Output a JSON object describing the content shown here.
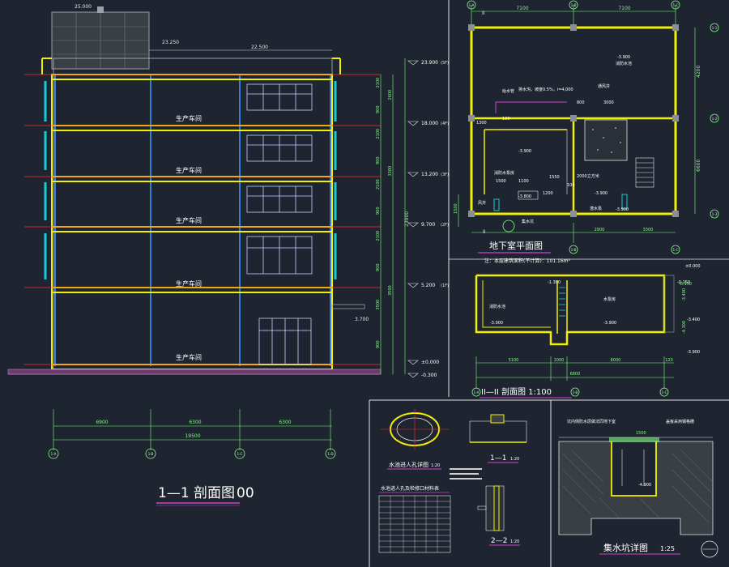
{
  "section_1_1": {
    "title": "1—1 剖面图",
    "title_suffix": "00",
    "room_label": "生产车间",
    "roof_dim": "22.500",
    "parapet_dim": "25.000",
    "small_dim": "23.250",
    "levels": [
      "23.900",
      "18.000",
      "13.200",
      "9.700",
      "5.200",
      "±0.000",
      "-0.300"
    ],
    "floor_tags": [
      "(5F)",
      "(4F)",
      "(3F)",
      "(2F)",
      "(1F)"
    ],
    "side_dims": [
      "2100",
      "900",
      "2100",
      "900",
      "2100",
      "900",
      "2100",
      "900",
      "3500",
      "900",
      "2600",
      "3300",
      "3500"
    ],
    "total_height": "23900",
    "canopy_dim": "3.700",
    "bottom_dims": [
      "6900",
      "6300",
      "6300"
    ],
    "bottom_total": "19500",
    "axes": [
      "1-A",
      "1-B",
      "1-C",
      "1-D"
    ]
  },
  "basement_plan": {
    "title": "地下室平面图",
    "note": "注：本层建筑面积(不计算)：101.16m²",
    "top_dims": [
      "7100",
      "7100"
    ],
    "bottom_dims": [
      "2900",
      "3300"
    ],
    "right_dims": [
      "4200",
      "6600"
    ],
    "left_dim": "1500",
    "mark": "II",
    "labels": [
      "消防水池",
      "-3.900",
      "1300",
      "100",
      "800",
      "3000",
      "-3.900",
      "消防水泵房",
      "1500",
      "1100",
      "1550",
      "2000立方米",
      "-3.900",
      "风井",
      "集水坑",
      "潜水泵",
      "-3.800",
      "100",
      "-3.900",
      "1200"
    ],
    "pipe_label": "给水管",
    "pipe_label2": "排水沟，坡度0.5%，i=4,000",
    "shaft_label": "通风井",
    "axes_top": [
      "1-A",
      "1-B",
      "1-C"
    ],
    "axes_right": [
      "1-1",
      "1-2",
      "1-3"
    ],
    "axes_bottom": [
      "1-A",
      "1-B",
      "1-C"
    ]
  },
  "section_2_2": {
    "title": "II—II 剖面图 1:100",
    "labels": [
      "消防水池",
      "-3.900",
      "水泵房",
      "-3.900",
      "-1.300",
      "-0.150",
      "-3.400",
      "-3.900"
    ],
    "right_dims": [
      "±0.000",
      "-0.150",
      "-3.400",
      "-4.300"
    ],
    "bottom_dims": [
      "5100",
      "1000",
      "6000",
      "120"
    ],
    "bottom_total": "6800",
    "axes": [
      "1-A",
      "1-B",
      "1-C"
    ]
  },
  "detail_manhole": {
    "title": "水池进人孔详图",
    "scale": "1:20",
    "table_title": "水池进人孔及检修口材料表",
    "section1": "1—1",
    "section1_scale": "1:20",
    "section2": "2—2",
    "section2_scale": "1:20"
  },
  "detail_sump": {
    "title": "集水坑详图",
    "scale": "1:25",
    "note1": "坑内侧防水层做法同地下室",
    "note2": "盖板采用钢格栅",
    "dims": [
      "1500",
      "-4.900"
    ]
  }
}
